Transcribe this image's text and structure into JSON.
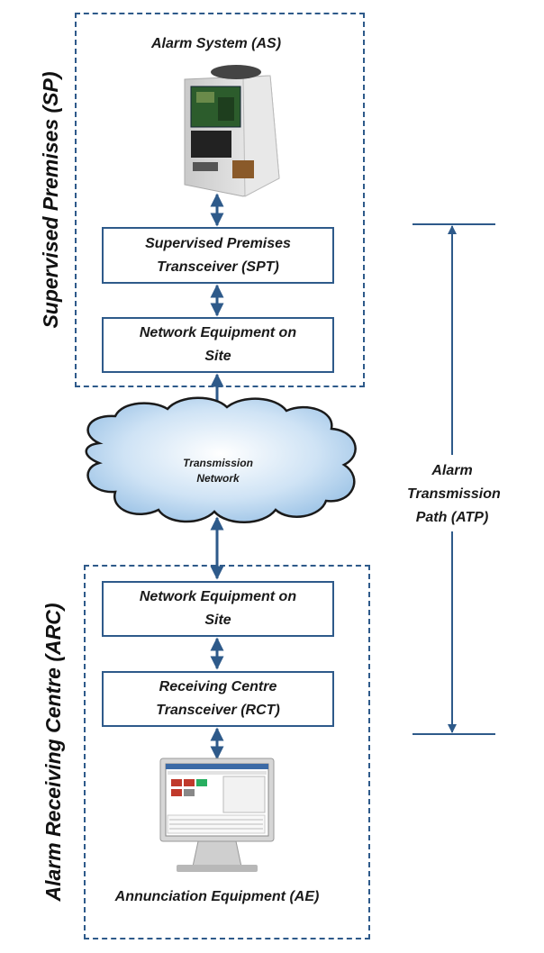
{
  "supervised_premises": {
    "label": "Supervised Premises (SP)",
    "alarm_system_label": "Alarm System (AS)",
    "spt": [
      "Supervised Premises",
      "Transceiver (SPT)"
    ],
    "network_equipment": [
      "Network Equipment on",
      "Site"
    ]
  },
  "network": {
    "label": [
      "Transmission",
      "Network"
    ]
  },
  "receiving_centre": {
    "label": "Alarm Receiving Centre (ARC)",
    "network_equipment": [
      "Network Equipment on",
      "Site"
    ],
    "rct": [
      "Receiving Centre",
      "Transceiver (RCT)"
    ],
    "annunciation_label": "Annunciation Equipment (AE)"
  },
  "path": {
    "label": [
      "Alarm",
      "Transmission",
      "Path (ATP)"
    ]
  },
  "colors": {
    "border": "#2e5a8a",
    "cloud_fill": "#cfe3f5"
  }
}
